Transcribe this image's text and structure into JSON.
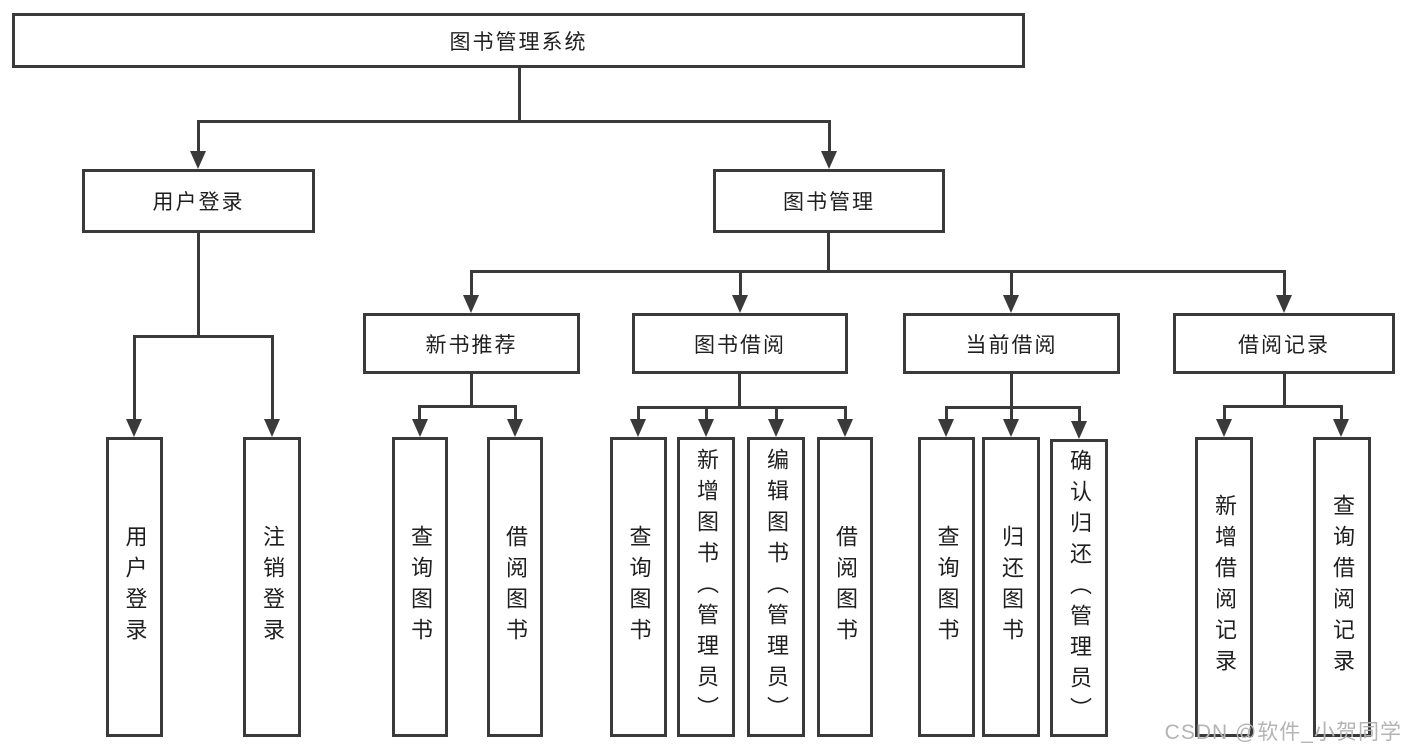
{
  "diagram": {
    "root": "图书管理系统",
    "user_login": {
      "label": "用户登录",
      "children": [
        "用户登录",
        "注销登录"
      ]
    },
    "book_mgmt": {
      "label": "图书管理",
      "sections": [
        {
          "label": "新书推荐",
          "children": [
            "查询图书",
            "借阅图书"
          ]
        },
        {
          "label": "图书借阅",
          "children": [
            "查询图书",
            "新增图书（管理员）",
            "编辑图书（管理员）",
            "借阅图书"
          ]
        },
        {
          "label": "当前借阅",
          "children": [
            "查询图书",
            "归还图书",
            "确认归还（管理员）"
          ]
        },
        {
          "label": "借阅记录",
          "children": [
            "新增借阅记录",
            "查询借阅记录"
          ]
        }
      ]
    }
  },
  "watermark": "CSDN @软件_小贺同学",
  "colors": {
    "line": "#3a3a3a",
    "text": "#1f1f1f",
    "watermark": "#b4b4b4",
    "background": "#ffffff"
  }
}
